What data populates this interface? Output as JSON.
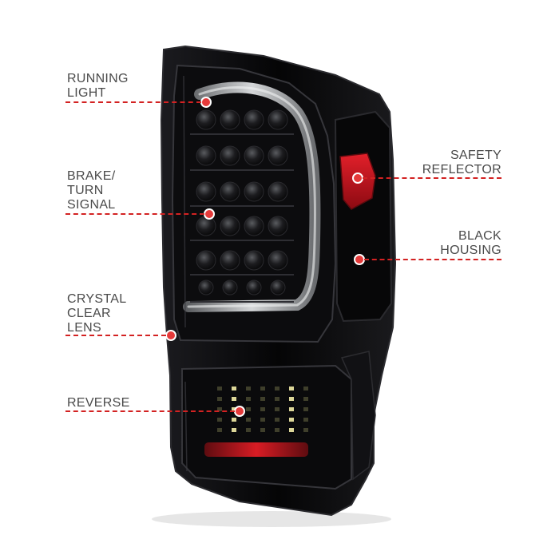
{
  "callouts": {
    "running_light": "RUNNING\nLIGHT",
    "brake_turn_signal": "BRAKE/\nTURN\nSIGNAL",
    "crystal_clear_lens": "CRYSTAL\nCLEAR\nLENS",
    "reverse": "REVERSE",
    "safety_reflector": "SAFETY\nREFLECTOR",
    "black_housing": "BLACK\nHOUSING"
  },
  "colors": {
    "callout_line": "#d32222",
    "label_text": "#4a4a4a",
    "housing": "#0b0b0d",
    "reflector": "#c0141c",
    "reverse_bar": "#c8141c"
  }
}
